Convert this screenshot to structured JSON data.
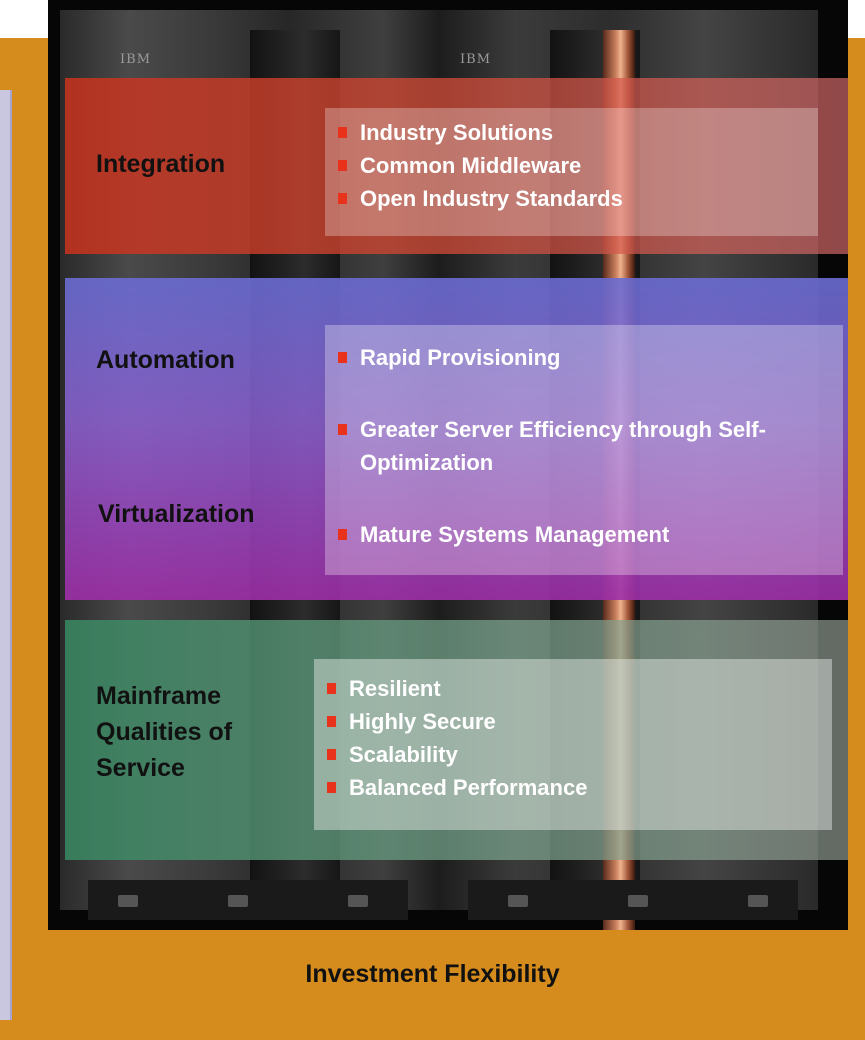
{
  "photo": {
    "brand_left": "IBM",
    "brand_right": "IBM"
  },
  "sections": {
    "integration": {
      "label": "Integration",
      "items": [
        "Industry Solutions",
        "Common Middleware",
        "Open Industry Standards"
      ]
    },
    "automation": {
      "label": "Automation"
    },
    "virtualization": {
      "label": "Virtualization",
      "items": [
        "Rapid Provisioning",
        "Greater Server Efficiency through Self-Optimization",
        "Mature Systems Management"
      ]
    },
    "mainframe": {
      "label": "Mainframe\nQualities of\nService",
      "items": [
        "Resilient",
        "Highly Secure",
        "Scalability",
        "Balanced Performance"
      ]
    }
  },
  "caption": "Investment Flexibility",
  "colors": {
    "frame": "#d58c1d",
    "integration_band": "#c4321e",
    "virtualization_band": "#9e2ea8",
    "mainframe_band": "#388460",
    "bullet": "#e8321c"
  }
}
